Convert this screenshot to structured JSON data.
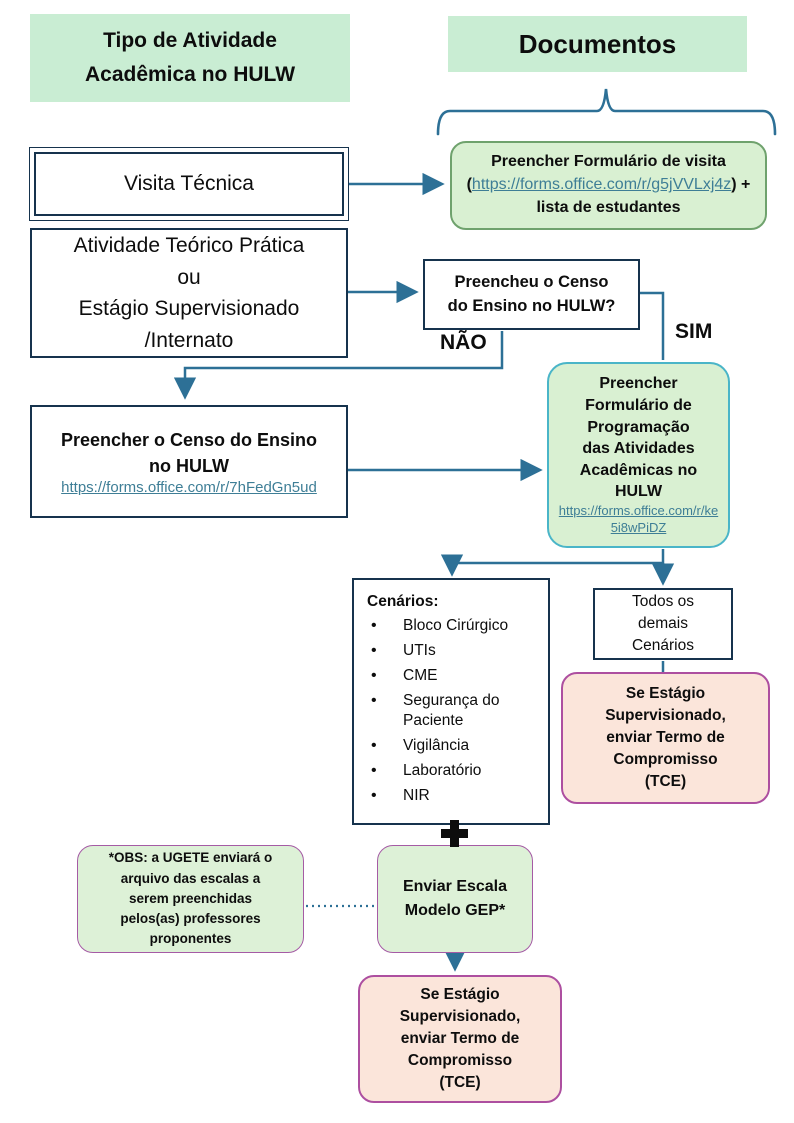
{
  "headers": {
    "activity_type": "Tipo de Atividade\nAcadêmica no HULW",
    "documents": "Documentos"
  },
  "nodes": {
    "visita": {
      "label": "Visita Técnica"
    },
    "atividade": {
      "label": "Atividade Teórico Prática\nou\nEstágio Supervisionado\n/Internato"
    },
    "visita_doc": {
      "prefix": "Preencher Formulário de visita (",
      "link": "https://forms.office.com/r/g5jVVLxj4z",
      "suffix": ") + lista de estudantes"
    },
    "preencheu": {
      "label": "Preencheu o Censo\ndo Ensino no HULW?"
    },
    "censo": {
      "title": "Preencher o Censo do Ensino\nno HULW",
      "link": "https://forms.office.com/r/7hFedGn5ud"
    },
    "programacao": {
      "title": "Preencher\nFormulário de\nProgramação\ndas Atividades\nAcadêmicas no\nHULW",
      "link": "https://forms.office.com/r/ke5i8wPiDZ"
    },
    "cenarios": {
      "heading": "Cenários:",
      "items": [
        "Bloco Cirúrgico",
        "UTIs",
        "CME",
        "Segurança do Paciente",
        "Vigilância",
        "Laboratório",
        "NIR"
      ]
    },
    "todos": {
      "label": "Todos os\ndemais\nCenários"
    },
    "tce_right": {
      "label": "Se Estágio\nSupervisionado,\nenviar Termo de\nCompromisso\n(TCE)"
    },
    "obs": {
      "label": "*OBS: a UGETE enviará o\narquivo das escalas a\nserem preenchidas\npelos(as) professores\nproponentes"
    },
    "enviar": {
      "label": "Enviar Escala\nModelo GEP*"
    },
    "tce_bottom": {
      "label": "Se Estágio\nSupervisionado,\nenviar Termo de\nCompromisso\n(TCE)"
    }
  },
  "connector_labels": {
    "no": "NÃO",
    "yes": "SIM"
  },
  "icons": {
    "plus": "plus-icon",
    "brace": "brace-icon"
  },
  "colors": {
    "header_green": "#c9edd3",
    "round_green_fill": "#d9f0d2",
    "green_border": "#6fa26d",
    "teal_border": "#4ab5c8",
    "purple_border": "#a55ba5",
    "pink_fill": "#fbe5da",
    "pink_border": "#ad4fa0",
    "white_box_border": "#16334d",
    "connector": "#2d7096",
    "link": "#3e7e96"
  }
}
